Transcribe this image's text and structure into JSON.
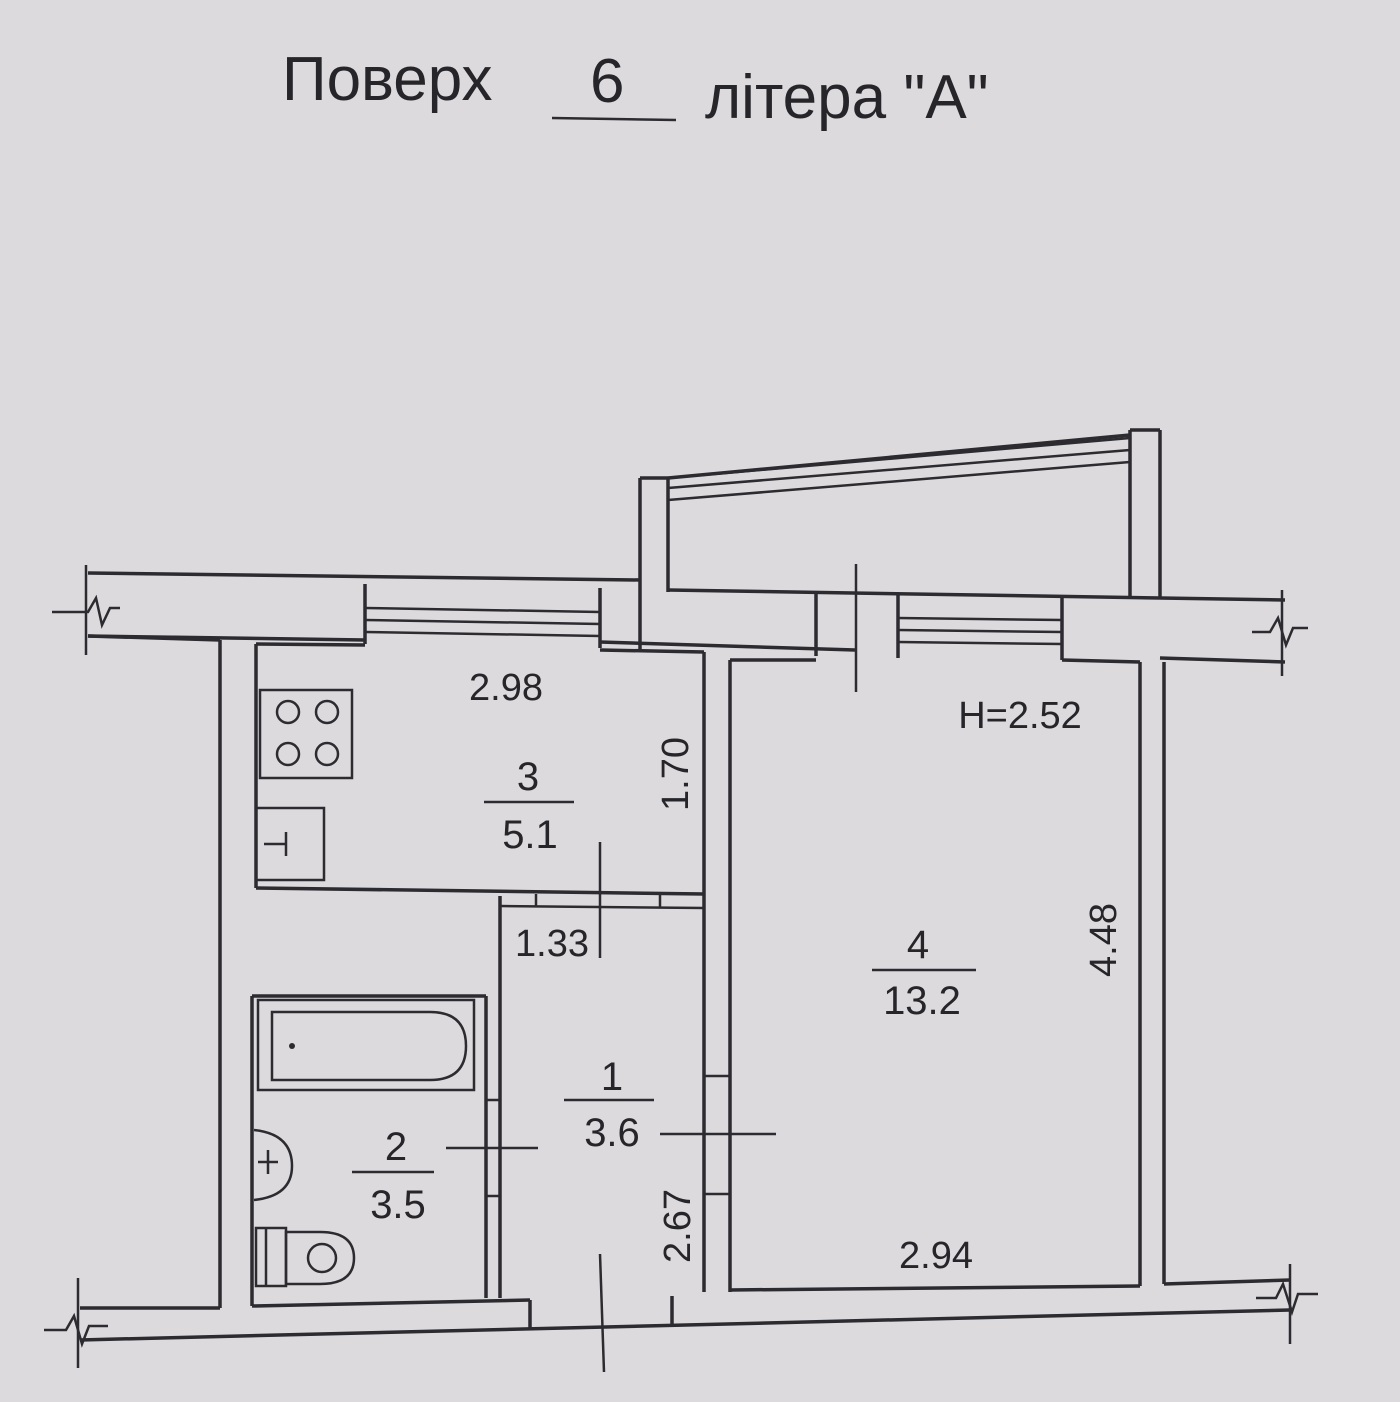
{
  "header": {
    "floor_label": "Поверх",
    "floor_number": "6",
    "letter_label": "літера \"А\""
  },
  "ceiling_height": "H=2.52",
  "rooms": [
    {
      "id": "1",
      "number": "1",
      "area": "3.6"
    },
    {
      "id": "2",
      "number": "2",
      "area": "3.5"
    },
    {
      "id": "3",
      "number": "3",
      "area": "5.1"
    },
    {
      "id": "4",
      "number": "4",
      "area": "13.2"
    }
  ],
  "dimensions": {
    "kitchen_width": "2.98",
    "kitchen_depth": "1.70",
    "corridor_width": "1.33",
    "corridor_depth": "2.67",
    "living_depth": "4.48",
    "living_width": "2.94"
  },
  "colors": {
    "paper": "#dddadd",
    "ink": "#2c2b30"
  }
}
